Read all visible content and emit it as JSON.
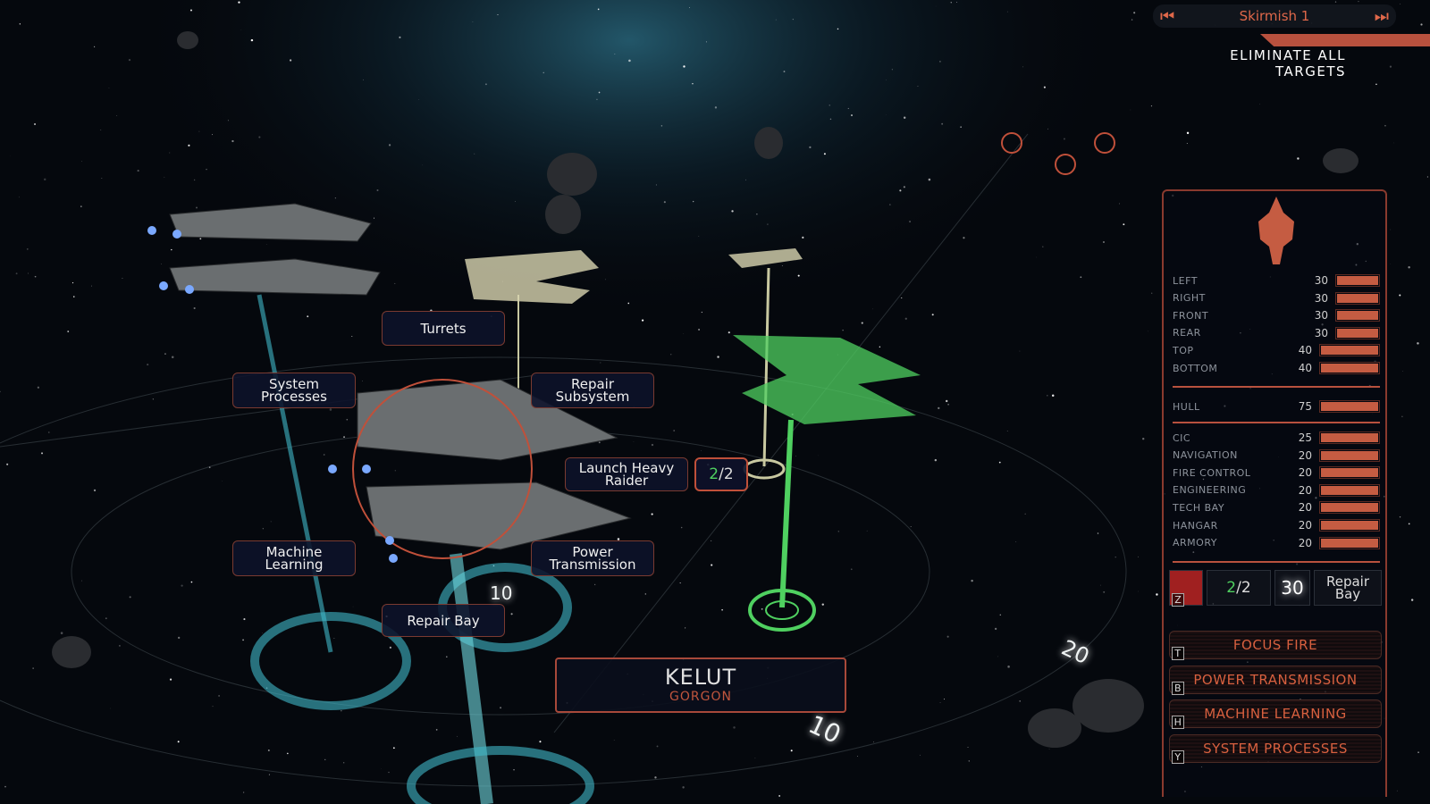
{
  "header": {
    "mission_title": "Skirmish 1",
    "objective": "ELIMINATE ALL TARGETS"
  },
  "labels": {
    "turrets": "Turrets",
    "system_processes": "System Processes",
    "repair_subsystem": "Repair Subsystem",
    "launch_heavy_raider": "Launch Heavy Raider",
    "machine_learning": "Machine Learning",
    "power_transmission": "Power Transmission",
    "repair_bay": "Repair Bay"
  },
  "raider_counter": {
    "current": "2",
    "max": "2"
  },
  "target": {
    "name": "KELUT",
    "class": "GORGON"
  },
  "range_markers": [
    "10",
    "20",
    "10",
    "30"
  ],
  "armor": [
    {
      "label": "LEFT",
      "value": "30",
      "fill": 1
    },
    {
      "label": "RIGHT",
      "value": "30",
      "fill": 1
    },
    {
      "label": "FRONT",
      "value": "30",
      "fill": 1
    },
    {
      "label": "REAR",
      "value": "30",
      "fill": 1
    },
    {
      "label": "TOP",
      "value": "40",
      "fill": 1
    },
    {
      "label": "BOTTOM",
      "value": "40",
      "fill": 1
    }
  ],
  "hull": {
    "label": "HULL",
    "value": "75",
    "fill": 1
  },
  "systems": [
    {
      "label": "CIC",
      "value": "25",
      "fill": 1
    },
    {
      "label": "NAVIGATION",
      "value": "20",
      "fill": 1
    },
    {
      "label": "FIRE CONTROL",
      "value": "20",
      "fill": 1
    },
    {
      "label": "ENGINEERING",
      "value": "20",
      "fill": 1
    },
    {
      "label": "TECH BAY",
      "value": "20",
      "fill": 1
    },
    {
      "label": "HANGAR",
      "value": "20",
      "fill": 1
    },
    {
      "label": "ARMORY",
      "value": "20",
      "fill": 1
    }
  ],
  "slots": {
    "launch_key": "Z",
    "count_current": "2",
    "count_max": "2",
    "repair_bay": "Repair Bay"
  },
  "actions": [
    {
      "label": "FOCUS FIRE",
      "key": "T"
    },
    {
      "label": "POWER TRANSMISSION",
      "key": "B"
    },
    {
      "label": "MACHINE LEARNING",
      "key": "H"
    },
    {
      "label": "SYSTEM PROCESSES",
      "key": "Y"
    }
  ],
  "colors": {
    "accent": "#c55c42",
    "friendly_green": "#4fd060",
    "hologram_teal": "#3fb8c8"
  }
}
